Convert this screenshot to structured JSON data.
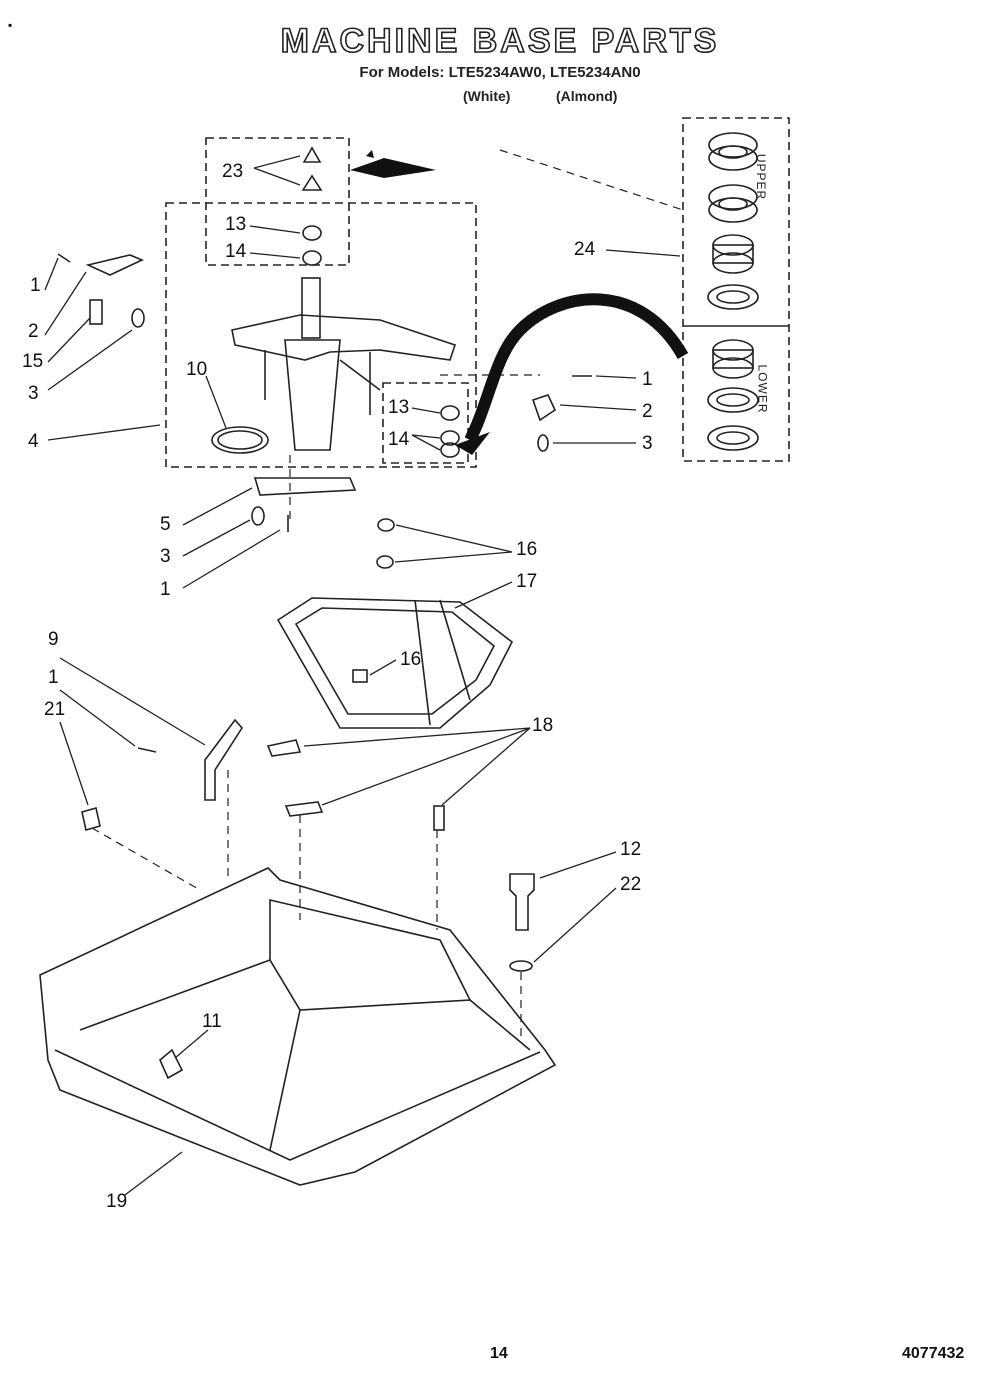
{
  "header": {
    "title": "MACHINE BASE PARTS",
    "models_line": "For Models: LTE5234AW0, LTE5234AN0",
    "color_white": "(White)",
    "color_almond": "(Almond)"
  },
  "callouts": {
    "c1a": "1",
    "c2a": "2",
    "c15": "15",
    "c3a": "3",
    "c4": "4",
    "c23": "23",
    "c13a": "13",
    "c14a": "14",
    "c10": "10",
    "c13b": "13",
    "c14b": "14",
    "c1b": "1",
    "c2b": "2",
    "c3b": "3",
    "c24": "24",
    "c5": "5",
    "c3c": "3",
    "c1c": "1",
    "c16a": "16",
    "c17": "17",
    "c16b": "16",
    "c9": "9",
    "c1d": "1",
    "c21": "21",
    "c18": "18",
    "c12": "12",
    "c22": "22",
    "c11": "11",
    "c19": "19"
  },
  "inset_labels": {
    "upper": "UPPER",
    "lower": "LOWER"
  },
  "footer": {
    "page_number": "14",
    "doc_number": "4077432"
  }
}
